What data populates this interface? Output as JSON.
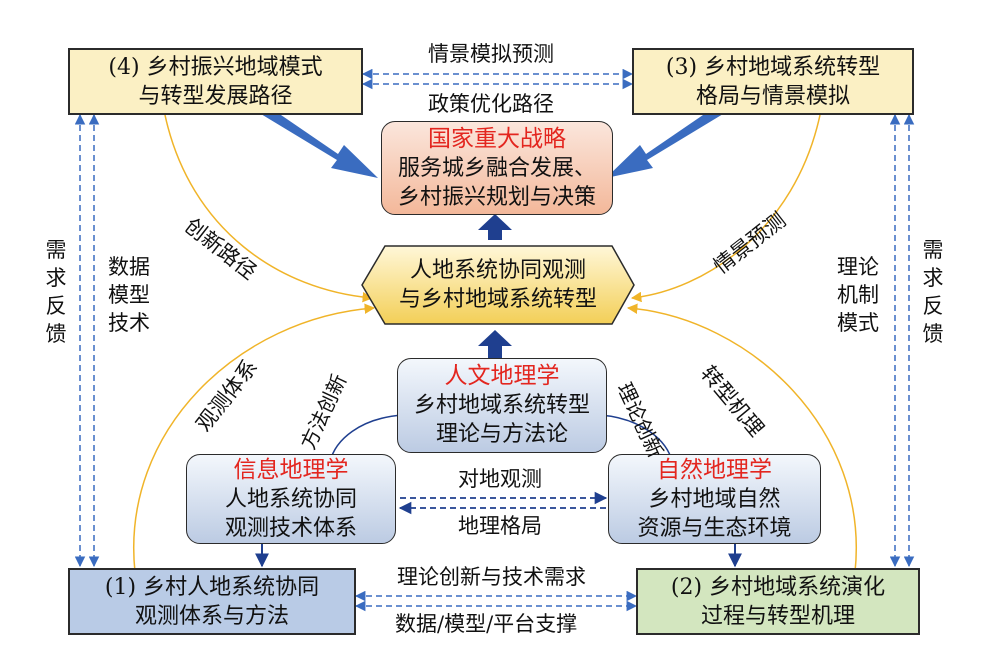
{
  "boxes": {
    "box4": {
      "line1": "(4) 乡村振兴地域模式",
      "line2": "与转型发展路径"
    },
    "box3": {
      "line1": "(3) 乡村地域系统转型",
      "line2": "格局与情景模拟"
    },
    "box1": {
      "line1": "(1) 乡村人地系统协同",
      "line2": "观测体系与方法"
    },
    "box2": {
      "line1": "(2) 乡村地域系统演化",
      "line2": "过程与转型机理"
    },
    "strategy": {
      "title": "国家重大战略",
      "line1": "服务城乡融合发展、",
      "line2": "乡村振兴规划与决策"
    },
    "center": {
      "line1": "人地系统协同观测",
      "line2": "与乡村地域系统转型"
    },
    "human_geo": {
      "title": "人文地理学",
      "line1": "乡村地域系统转型",
      "line2": "理论与方法论"
    },
    "info_geo": {
      "title": "信息地理学",
      "line1": "人地系统协同",
      "line2": "观测技术体系"
    },
    "natural_geo": {
      "title": "自然地理学",
      "line1": "乡村地域自然",
      "line2": "资源与生态环境"
    }
  },
  "labels": {
    "scenario_prediction_sim": "情景模拟预测",
    "policy_path": "政策优化路径",
    "innovation_path": "创新路径",
    "scenario_prediction": "情景预测",
    "observation_system": "观测体系",
    "transformation_mechanism": "转型机理",
    "method_innovation": "方法创新",
    "theory_innovation": "理论创新",
    "earth_observation": "对地观测",
    "geo_pattern": "地理格局",
    "theory_tech_demand": "理论创新与技术需求",
    "data_platform": "数据/模型/平台支撑",
    "demand_feedback_left": "需求反馈",
    "demand_feedback_right": "需求反馈",
    "data_model_tech_l1": "数据",
    "data_model_tech_l2": "模型",
    "data_model_tech_l3": "技术",
    "theory_mech_l1": "理论",
    "theory_mech_l2": "机制",
    "theory_mech_l3": "模式"
  },
  "colors": {
    "red_title": "#e3261f",
    "thick_arrow": "#3a6cc0",
    "dashed_arrow": "#3a6cc0",
    "curve": "#f0b429",
    "dark_blue_line": "#1f3f8f"
  }
}
